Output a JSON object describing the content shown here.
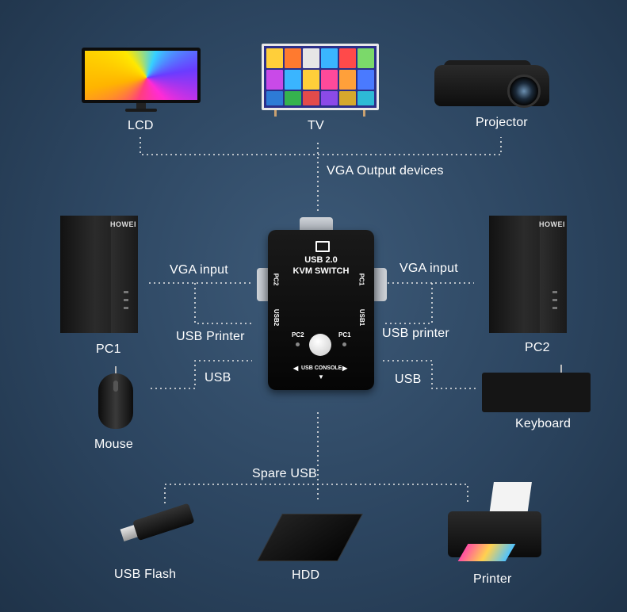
{
  "labels": {
    "lcd": "LCD",
    "tv": "TV",
    "projector": "Projector",
    "vga_output_devices": "VGA Output devices",
    "vga_input_left": "VGA input",
    "vga_input_right": "VGA input",
    "usb_printer_left": "USB Printer",
    "usb_printer_right": "USB printer",
    "usb_left": "USB",
    "usb_right": "USB",
    "pc1": "PC1",
    "pc2": "PC2",
    "mouse": "Mouse",
    "keyboard": "Keyboard",
    "spare_usb": "Spare USB",
    "usb_flash": "USB Flash",
    "hdd": "HDD",
    "printer": "Printer"
  },
  "kvm": {
    "title_line1": "USB 2.0",
    "title_line2": "KVM SWITCH",
    "port_pc2": "PC2",
    "port_pc1": "PC1",
    "port_usb2": "USB2",
    "port_usb1": "USB1",
    "led_pc2": "PC2",
    "led_pc1": "PC1",
    "console": "USB CONSOLE"
  },
  "brand": {
    "tower_left": "HOWEI",
    "tower_right": "HOWEI"
  },
  "colors": {
    "connector_line": "#e8e8e8",
    "background": "#2c4560"
  },
  "icons": {
    "kvm_console_left": "triangle-left-icon",
    "kvm_console_right": "triangle-right-icon",
    "kvm_console_down": "triangle-down-icon"
  }
}
